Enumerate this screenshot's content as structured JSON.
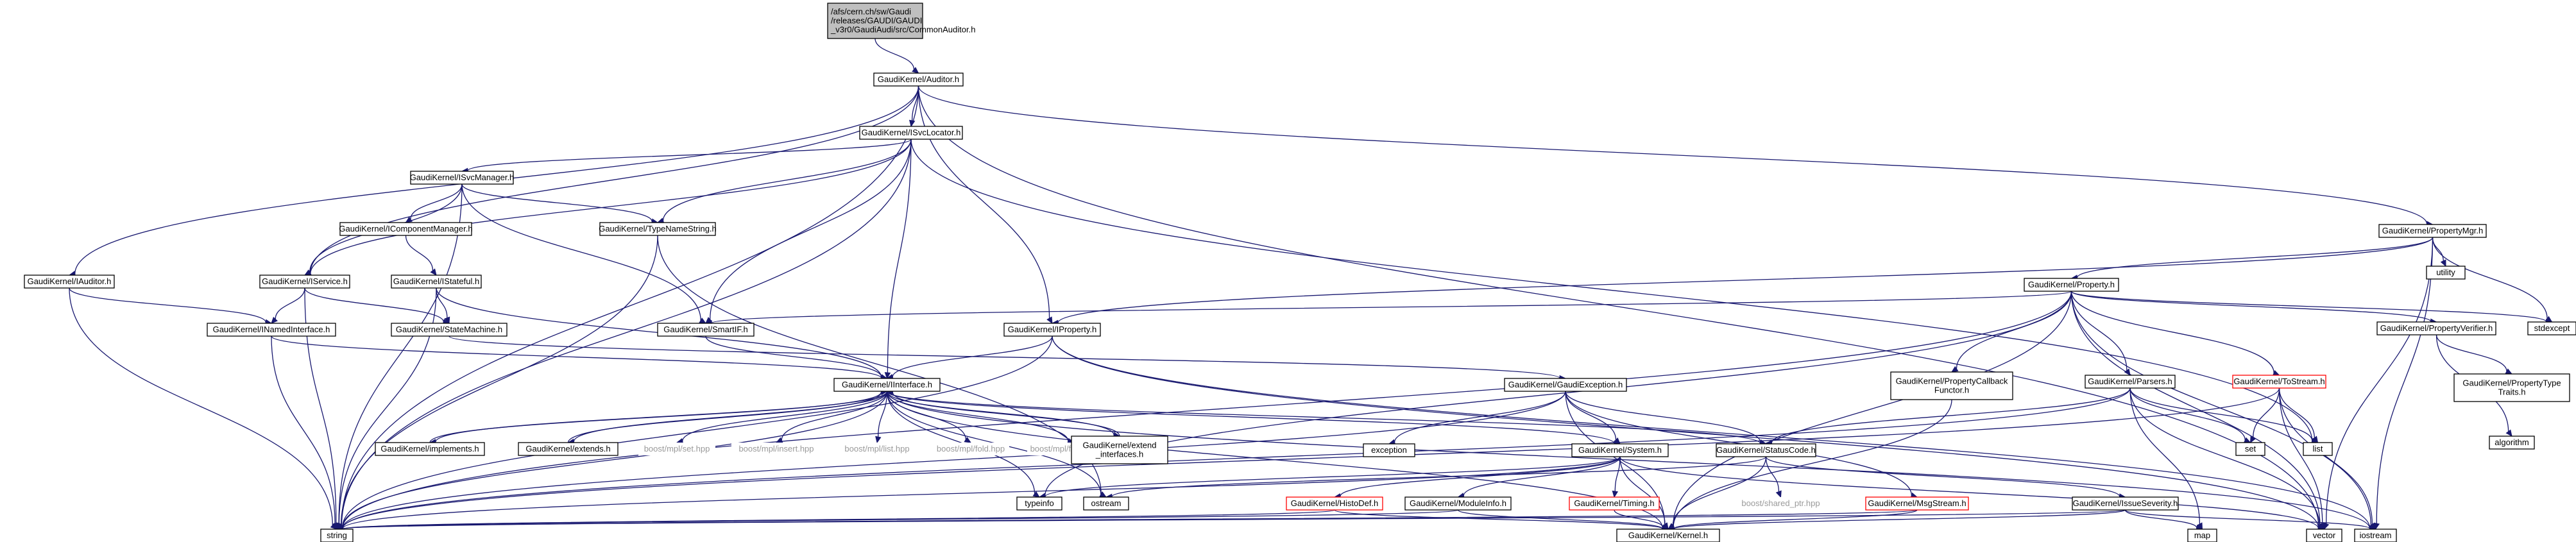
{
  "nodes": [
    {
      "id": "root",
      "lines": [
        "/afs/cern.ch/sw/Gaudi",
        "/releases/GAUDI/GAUDI",
        "_v3r0/GaudiAudi/src/CommonAuditor.h"
      ],
      "style": "root"
    },
    {
      "id": "auditor_h",
      "lines": [
        "GaudiKernel/Auditor.h"
      ]
    },
    {
      "id": "isvclocator",
      "lines": [
        "GaudiKernel/ISvcLocator.h"
      ]
    },
    {
      "id": "propertymgr",
      "lines": [
        "GaudiKernel/PropertyMgr.h"
      ]
    },
    {
      "id": "isvcmanager",
      "lines": [
        "GaudiKernel/ISvcManager.h"
      ]
    },
    {
      "id": "utility",
      "lines": [
        "utility"
      ]
    },
    {
      "id": "icomponentmanager",
      "lines": [
        "GaudiKernel/IComponentManager.h"
      ]
    },
    {
      "id": "typenamestring",
      "lines": [
        "GaudiKernel/TypeNameString.h"
      ]
    },
    {
      "id": "property",
      "lines": [
        "GaudiKernel/Property.h"
      ]
    },
    {
      "id": "iauditor",
      "lines": [
        "GaudiKernel/IAuditor.h"
      ]
    },
    {
      "id": "istateful",
      "lines": [
        "GaudiKernel/IStateful.h"
      ]
    },
    {
      "id": "iservice",
      "lines": [
        "GaudiKernel/IService.h"
      ]
    },
    {
      "id": "stdexcept",
      "lines": [
        "stdexcept"
      ]
    },
    {
      "id": "inamedinterface",
      "lines": [
        "GaudiKernel/INamedInterface.h"
      ]
    },
    {
      "id": "statemachine",
      "lines": [
        "GaudiKernel/StateMachine.h"
      ]
    },
    {
      "id": "ismartif",
      "lines": [
        "GaudiKernel/SmartIF.h"
      ]
    },
    {
      "id": "iproperty",
      "lines": [
        "GaudiKernel/IProperty.h"
      ]
    },
    {
      "id": "propertyverifier",
      "lines": [
        "GaudiKernel/PropertyVerifier.h"
      ]
    },
    {
      "id": "propertytypetraits",
      "lines": [
        "GaudiKernel/PropertyType",
        "Traits.h"
      ]
    },
    {
      "id": "propertycallback",
      "lines": [
        "GaudiKernel/PropertyCallback",
        "Functor.h"
      ]
    },
    {
      "id": "algorithm",
      "lines": [
        "algorithm"
      ]
    },
    {
      "id": "parsers",
      "lines": [
        "GaudiKernel/Parsers.h"
      ]
    },
    {
      "id": "tostream",
      "lines": [
        "GaudiKernel/ToStream.h"
      ],
      "style": "red"
    },
    {
      "id": "iinterface",
      "lines": [
        "GaudiKernel/IInterface.h"
      ]
    },
    {
      "id": "gaudiexception",
      "lines": [
        "GaudiKernel/GaudiException.h"
      ]
    },
    {
      "id": "set",
      "lines": [
        "set"
      ]
    },
    {
      "id": "list",
      "lines": [
        "list"
      ]
    },
    {
      "id": "implements",
      "lines": [
        "GaudiKernel/implements.h"
      ]
    },
    {
      "id": "extends",
      "lines": [
        "GaudiKernel/extends.h"
      ]
    },
    {
      "id": "mplset",
      "lines": [
        "boost/mpl/set.hpp"
      ],
      "style": "gray"
    },
    {
      "id": "mplinsert",
      "lines": [
        "boost/mpl/insert.hpp"
      ],
      "style": "gray"
    },
    {
      "id": "mpllist",
      "lines": [
        "boost/mpl/list.hpp"
      ],
      "style": "gray"
    },
    {
      "id": "mplfold",
      "lines": [
        "boost/mpl/fold.hpp"
      ],
      "style": "gray"
    },
    {
      "id": "mplforeach",
      "lines": [
        "boost/mpl/for_each.hpp"
      ],
      "style": "gray"
    },
    {
      "id": "extendinterfaces",
      "lines": [
        "GaudiKernel/extend",
        "_interfaces.h"
      ]
    },
    {
      "id": "exception",
      "lines": [
        "exception"
      ]
    },
    {
      "id": "system",
      "lines": [
        "GaudiKernel/System.h"
      ]
    },
    {
      "id": "statuscode",
      "lines": [
        "GaudiKernel/StatusCode.h"
      ]
    },
    {
      "id": "typeinfo",
      "lines": [
        "typeinfo"
      ]
    },
    {
      "id": "ostream",
      "lines": [
        "ostream"
      ]
    },
    {
      "id": "histodef",
      "lines": [
        "GaudiKernel/HistoDef.h"
      ],
      "style": "red"
    },
    {
      "id": "moduleinfo",
      "lines": [
        "GaudiKernel/ModuleInfo.h"
      ]
    },
    {
      "id": "timing",
      "lines": [
        "GaudiKernel/Timing.h"
      ],
      "style": "red"
    },
    {
      "id": "sharedptr",
      "lines": [
        "boost/shared_ptr.hpp"
      ],
      "style": "gray"
    },
    {
      "id": "msgstream",
      "lines": [
        "GaudiKernel/MsgStream.h"
      ],
      "style": "red"
    },
    {
      "id": "issueseverity",
      "lines": [
        "GaudiKernel/IssueSeverity.h"
      ]
    },
    {
      "id": "map",
      "lines": [
        "map"
      ]
    },
    {
      "id": "string",
      "lines": [
        "string"
      ]
    },
    {
      "id": "kernel",
      "lines": [
        "GaudiKernel/Kernel.h"
      ]
    },
    {
      "id": "vector",
      "lines": [
        "vector"
      ]
    },
    {
      "id": "iostream",
      "lines": [
        "iostream"
      ]
    }
  ],
  "edges": [
    [
      "root",
      "auditor_h"
    ],
    [
      "auditor_h",
      "isvclocator"
    ],
    [
      "auditor_h",
      "propertymgr"
    ],
    [
      "auditor_h",
      "iauditor"
    ],
    [
      "auditor_h",
      "iservice"
    ],
    [
      "auditor_h",
      "iproperty"
    ],
    [
      "auditor_h",
      "string"
    ],
    [
      "auditor_h",
      "vector"
    ],
    [
      "isvclocator",
      "isvcmanager"
    ],
    [
      "isvclocator",
      "typenamestring"
    ],
    [
      "isvclocator",
      "ismartif"
    ],
    [
      "isvclocator",
      "iinterface"
    ],
    [
      "isvclocator",
      "iservice"
    ],
    [
      "isvclocator",
      "list"
    ],
    [
      "isvclocator",
      "string"
    ],
    [
      "isvcmanager",
      "icomponentmanager"
    ],
    [
      "isvcmanager",
      "typenamestring"
    ],
    [
      "isvcmanager",
      "iservice"
    ],
    [
      "isvcmanager",
      "ismartif"
    ],
    [
      "isvcmanager",
      "string"
    ],
    [
      "icomponentmanager",
      "istateful"
    ],
    [
      "istateful",
      "statemachine"
    ],
    [
      "istateful",
      "iinterface"
    ],
    [
      "istateful",
      "string"
    ],
    [
      "iservice",
      "inamedinterface"
    ],
    [
      "iservice",
      "statemachine"
    ],
    [
      "iservice",
      "string"
    ],
    [
      "iauditor",
      "inamedinterface"
    ],
    [
      "iauditor",
      "string"
    ],
    [
      "inamedinterface",
      "iinterface"
    ],
    [
      "inamedinterface",
      "string"
    ],
    [
      "statemachine",
      "gaudiexception"
    ],
    [
      "typenamestring",
      "string"
    ],
    [
      "typenamestring",
      "ostream"
    ],
    [
      "ismartif",
      "iinterface"
    ],
    [
      "iproperty",
      "iinterface"
    ],
    [
      "iproperty",
      "string"
    ],
    [
      "iproperty",
      "vector"
    ],
    [
      "iproperty",
      "iostream"
    ],
    [
      "propertymgr",
      "property"
    ],
    [
      "propertymgr",
      "utility"
    ],
    [
      "propertymgr",
      "stdexcept"
    ],
    [
      "propertymgr",
      "iproperty"
    ],
    [
      "propertymgr",
      "vector"
    ],
    [
      "propertymgr",
      "iostream"
    ],
    [
      "property",
      "propertyverifier"
    ],
    [
      "property",
      "propertycallback"
    ],
    [
      "property",
      "parsers"
    ],
    [
      "property",
      "tostream"
    ],
    [
      "property",
      "ismartif"
    ],
    [
      "property",
      "stdexcept"
    ],
    [
      "property",
      "string"
    ],
    [
      "property",
      "typeinfo"
    ],
    [
      "property",
      "kernel"
    ],
    [
      "property",
      "vector"
    ],
    [
      "property",
      "iostream"
    ],
    [
      "propertyverifier",
      "propertytypetraits"
    ],
    [
      "propertyverifier",
      "algorithm"
    ],
    [
      "propertycallback",
      "kernel"
    ],
    [
      "parsers",
      "statuscode"
    ],
    [
      "parsers",
      "set"
    ],
    [
      "parsers",
      "list"
    ],
    [
      "parsers",
      "map"
    ],
    [
      "parsers",
      "vector"
    ],
    [
      "parsers",
      "string"
    ],
    [
      "tostream",
      "set"
    ],
    [
      "tostream",
      "list"
    ],
    [
      "tostream",
      "vector"
    ],
    [
      "tostream",
      "iostream"
    ],
    [
      "tostream",
      "string"
    ],
    [
      "iinterface",
      "implements"
    ],
    [
      "iinterface",
      "extends"
    ],
    [
      "iinterface",
      "mplset"
    ],
    [
      "iinterface",
      "mplinsert"
    ],
    [
      "iinterface",
      "mpllist"
    ],
    [
      "iinterface",
      "mplfold"
    ],
    [
      "iinterface",
      "mplforeach"
    ],
    [
      "iinterface",
      "extendinterfaces"
    ],
    [
      "iinterface",
      "system"
    ],
    [
      "iinterface",
      "statuscode"
    ],
    [
      "iinterface",
      "typeinfo"
    ],
    [
      "iinterface",
      "ostream"
    ],
    [
      "iinterface",
      "kernel"
    ],
    [
      "iinterface",
      "iostream"
    ],
    [
      "iinterface",
      "string"
    ],
    [
      "implements",
      "iinterface"
    ],
    [
      "extends",
      "iinterface"
    ],
    [
      "extendinterfaces",
      "iinterface"
    ],
    [
      "gaudiexception",
      "exception"
    ],
    [
      "gaudiexception",
      "system"
    ],
    [
      "gaudiexception",
      "statuscode"
    ],
    [
      "gaudiexception",
      "msgstream"
    ],
    [
      "gaudiexception",
      "string"
    ],
    [
      "gaudiexception",
      "kernel"
    ],
    [
      "system",
      "histodef"
    ],
    [
      "system",
      "moduleinfo"
    ],
    [
      "system",
      "timing"
    ],
    [
      "system",
      "typeinfo"
    ],
    [
      "system",
      "kernel"
    ],
    [
      "system",
      "string"
    ],
    [
      "system",
      "vector"
    ],
    [
      "statuscode",
      "sharedptr"
    ],
    [
      "statuscode",
      "issueseverity"
    ],
    [
      "statuscode",
      "ostream"
    ],
    [
      "statuscode",
      "kernel"
    ],
    [
      "histodef",
      "kernel"
    ],
    [
      "histodef",
      "string"
    ],
    [
      "moduleinfo",
      "kernel"
    ],
    [
      "moduleinfo",
      "string"
    ],
    [
      "timing",
      "kernel"
    ],
    [
      "msgstream",
      "kernel"
    ],
    [
      "msgstream",
      "string"
    ],
    [
      "issueseverity",
      "string"
    ],
    [
      "issueseverity",
      "map"
    ],
    [
      "issueseverity",
      "iostream"
    ],
    [
      "issueseverity",
      "kernel"
    ]
  ]
}
